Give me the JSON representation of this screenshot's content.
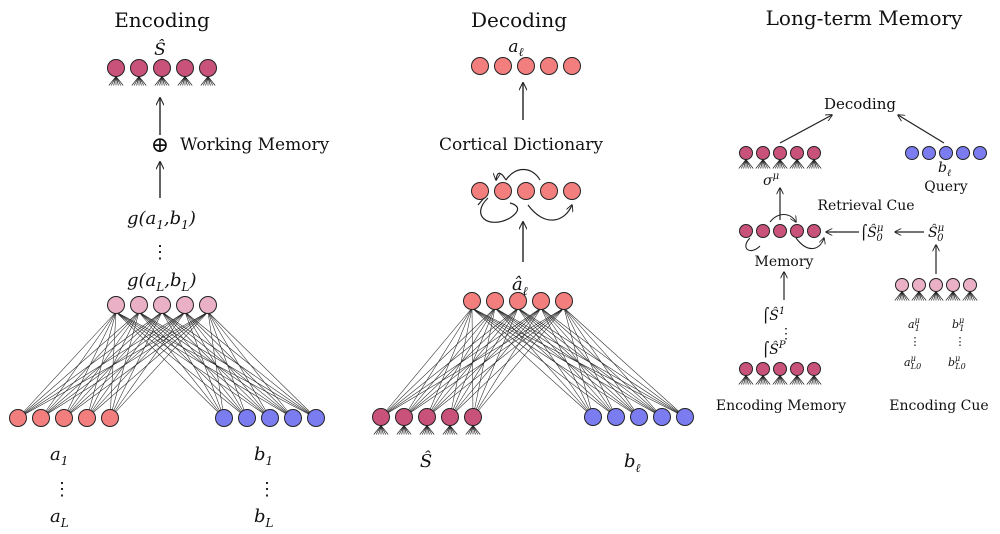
{
  "panels": {
    "encoding": {
      "title": "Encoding",
      "output_label": "Ŝ",
      "operator": "⊕",
      "working_memory_label": "Working Memory",
      "pair_first": "g(a",
      "pair_first_sub1": "1",
      "pair_first_mid": ",b",
      "pair_first_sub2": "1",
      "pair_first_end": ")",
      "pair_last": "g(a",
      "pair_last_sub1": "L",
      "pair_last_mid": ",b",
      "pair_last_sub2": "L",
      "pair_last_end": ")",
      "ellipsis": "⋮",
      "input_a_first": "a",
      "input_a_first_sub": "1",
      "input_a_last": "a",
      "input_a_last_sub": "L",
      "input_b_first": "b",
      "input_b_first_sub": "1",
      "input_b_last": "b",
      "input_b_last_sub": "L"
    },
    "decoding": {
      "title": "Decoding",
      "output_label": "a",
      "output_sub": "ℓ",
      "dictionary_label": "Cortical Dictionary",
      "hat_label": "â",
      "hat_sub": "ℓ",
      "input_s_label": "Ŝ",
      "input_b_label": "b",
      "input_b_sub": "ℓ"
    },
    "long_term_memory": {
      "title": "Long-term Memory",
      "decoding_label": "Decoding",
      "sigma_label": "σ",
      "sigma_sup": "μ",
      "query_b": "b",
      "query_b_sub": "ℓ",
      "query_label": "Query",
      "retrieval_cue_label": "Retrieval Cue",
      "cue_hat_int": "⌠Ŝ",
      "cue_hat_sup": "μ",
      "cue_hat_sub": "0",
      "cue_hat": "Ŝ",
      "cue_hat2_sup": "μ",
      "cue_hat2_sub": "0",
      "memory_label": "Memory",
      "mem_int1": "⌠Ŝ",
      "mem_int1_sup": "1",
      "mem_int2": "⌠Ŝ",
      "mem_int2_sup": "P",
      "ellipsis": "⋮",
      "a1": "a",
      "a1_sup": "μ",
      "a1_sub": "1",
      "aL": "a",
      "aL_sup": "μ",
      "aL_sub": "L0",
      "b1": "b",
      "b1_sup": "μ",
      "b1_sub": "1",
      "bL": "b",
      "bL_sup": "μ",
      "bL_sub": "L0",
      "encoding_memory_label": "Encoding Memory",
      "encoding_cue_label": "Encoding Cue"
    }
  },
  "colors": {
    "salmon": "#f27e7e",
    "magenta": "#c8527a",
    "pink": "#eab0c6",
    "blue": "#7a7cf0",
    "stroke": "#222222"
  }
}
